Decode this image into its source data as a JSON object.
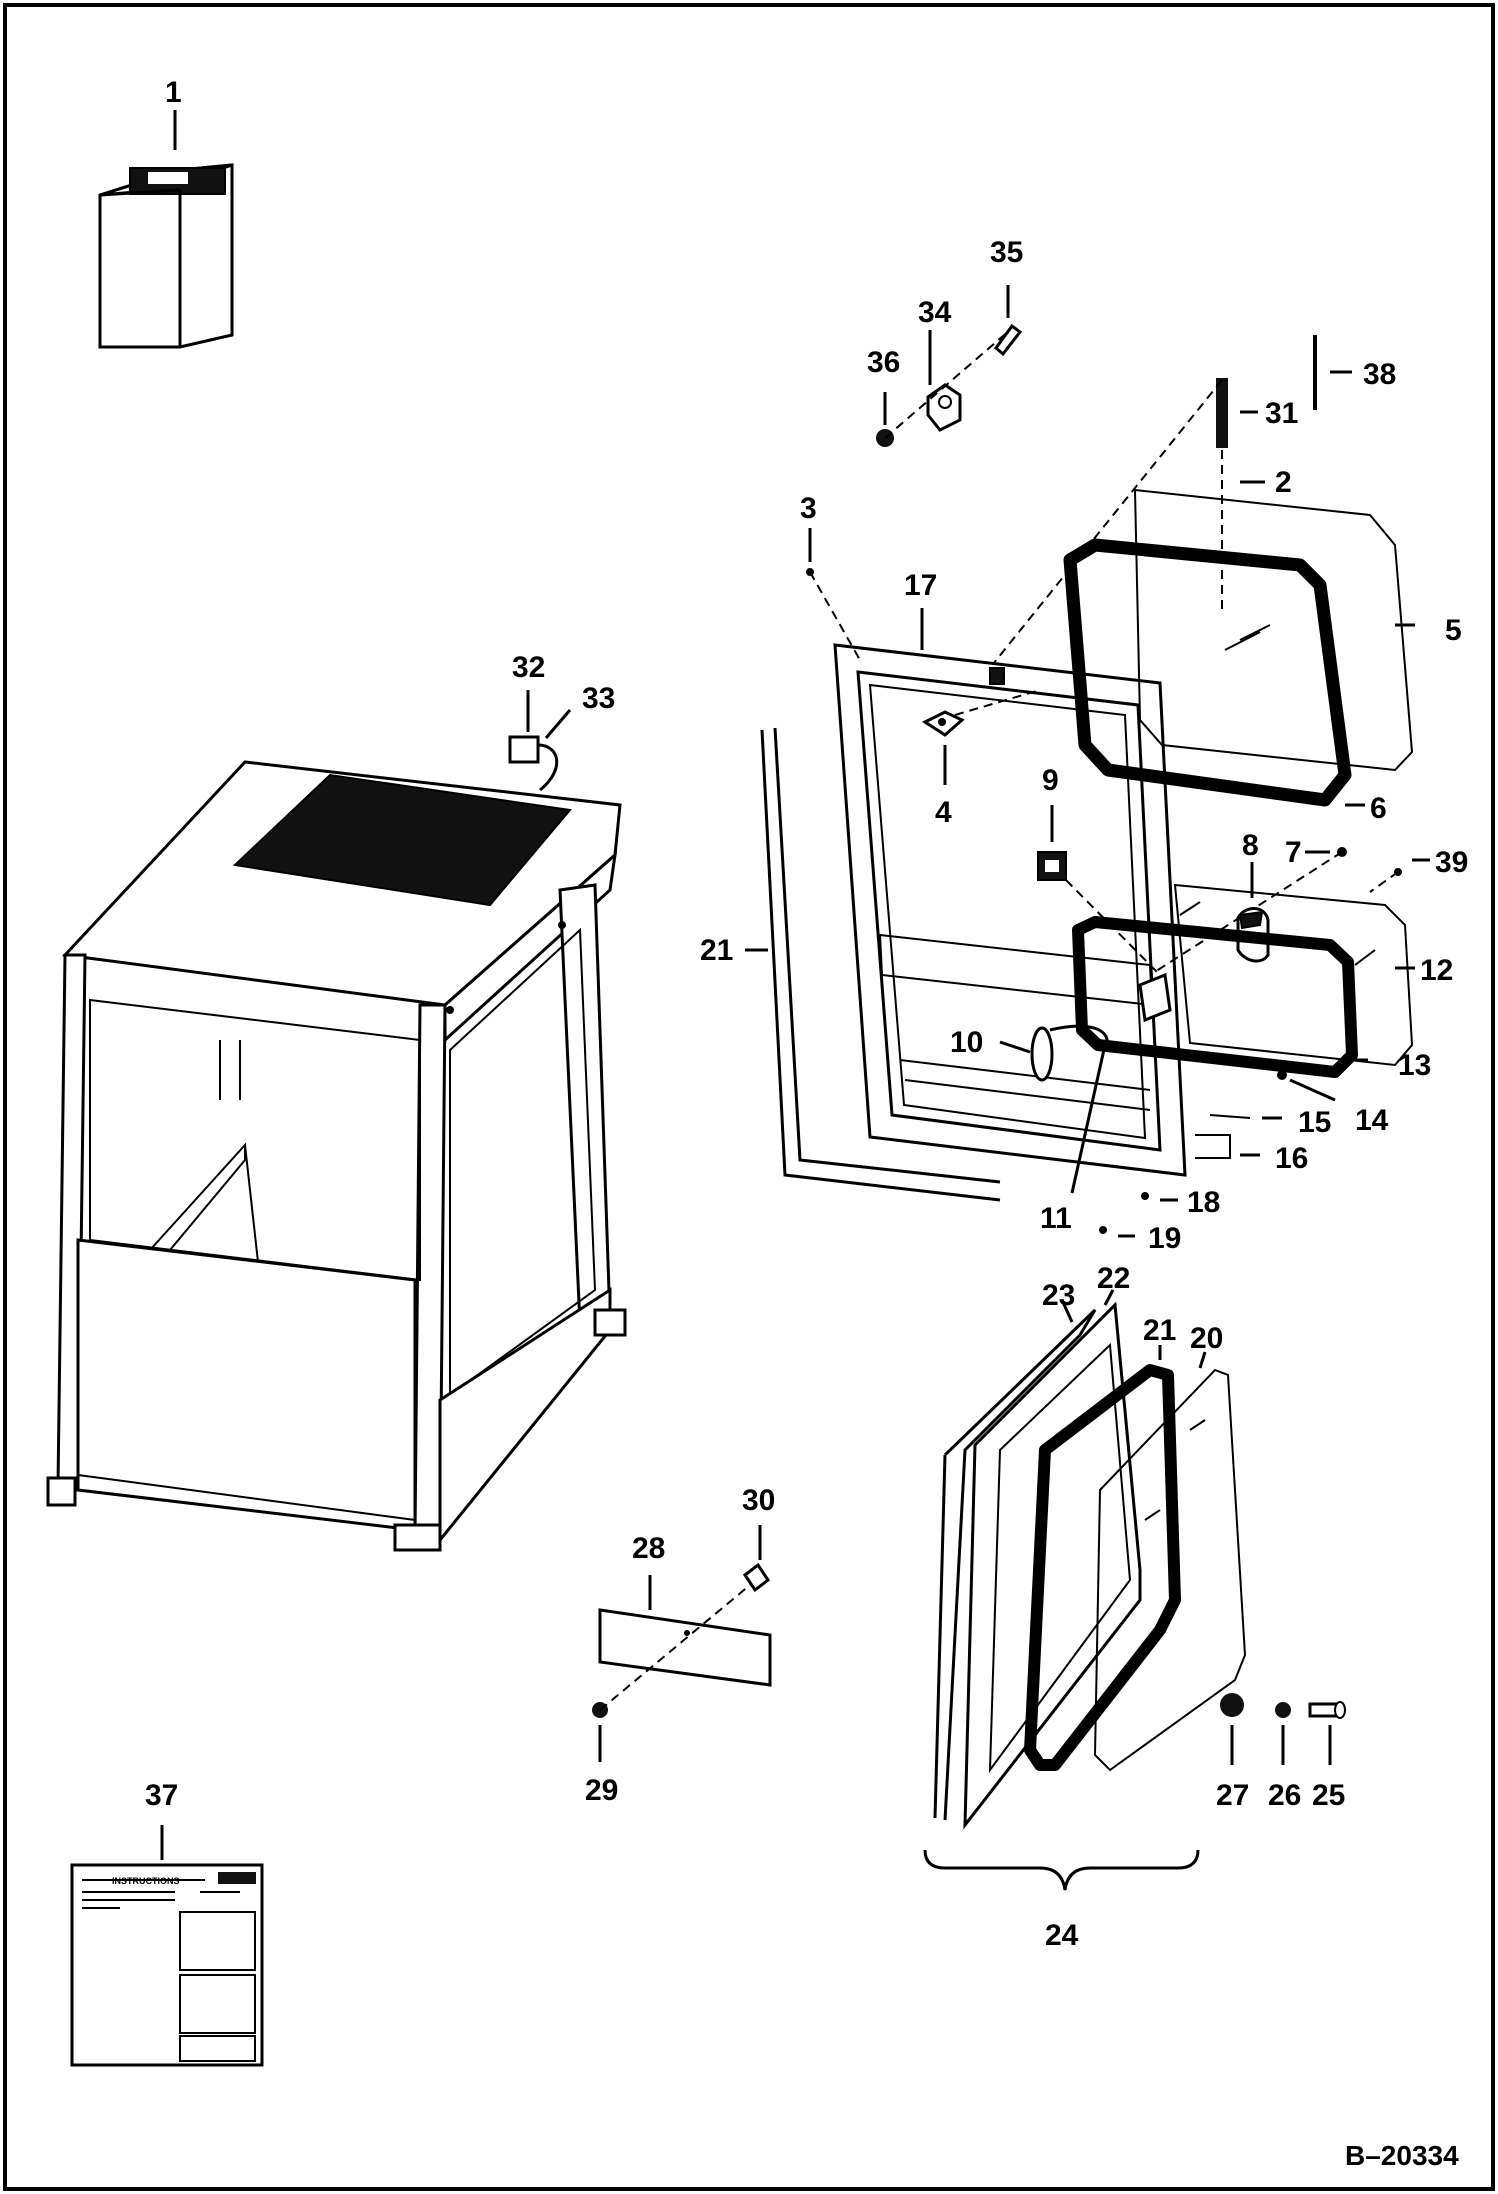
{
  "callouts": {
    "c1": "1",
    "c2": "2",
    "c3": "3",
    "c4": "4",
    "c5": "5",
    "c6": "6",
    "c7": "7",
    "c8": "8",
    "c9": "9",
    "c10": "10",
    "c11": "11",
    "c12": "12",
    "c13": "13",
    "c14": "14",
    "c15": "15",
    "c16": "16",
    "c17": "17",
    "c18": "18",
    "c19": "19",
    "c20": "20",
    "c21a": "21",
    "c21b": "21",
    "c22": "22",
    "c23": "23",
    "c24": "24",
    "c25": "25",
    "c26": "26",
    "c27": "27",
    "c28": "28",
    "c29": "29",
    "c30": "30",
    "c31": "31",
    "c32": "32",
    "c33": "33",
    "c34": "34",
    "c35": "35",
    "c36": "36",
    "c37": "37",
    "c38": "38",
    "c39": "39"
  },
  "decal": {
    "heading": "INSTRUCTIONS"
  },
  "reference": "B–20334"
}
